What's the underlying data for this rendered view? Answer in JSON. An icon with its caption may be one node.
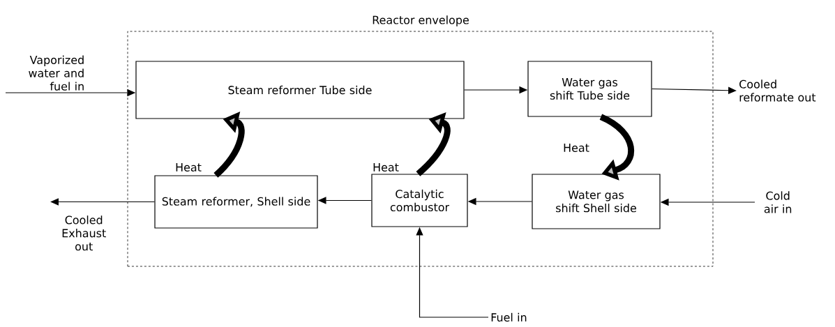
{
  "diagram": {
    "nodes": [
      {
        "text": [
          "Reactor envelope"
        ]
      },
      {
        "text": [
          "Steam reformer Tube side"
        ],
        "in": 0
      },
      {
        "text": [
          "Water gas shift Tube side"
        ],
        "in": 0
      },
      {
        "text": [
          "Steam reformer, Shell side"
        ],
        "in": 0
      },
      {
        "text": [
          "Catalytic combustor"
        ],
        "in": 0
      },
      {
        "text": [
          "Water gas shift Shell side"
        ],
        "in": 0
      },
      {
        "text": [
          "Vaporized water and fuel in"
        ]
      },
      {
        "text": [
          "Cooled reformate out"
        ]
      },
      {
        "text": [
          "Cooled Exhaust out"
        ]
      },
      {
        "text": [
          "Cold air in"
        ]
      },
      {
        "text": [
          "Fuel in"
        ]
      }
    ],
    "edges": [
      {
        "from": 6,
        "to": 1,
        "arrow": "to"
      },
      {
        "from": 1,
        "to": 2,
        "arrow": "to"
      },
      {
        "from": 2,
        "to": 7,
        "arrow": "to"
      },
      {
        "from": 9,
        "to": 5,
        "arrow": "to"
      },
      {
        "from": 5,
        "to": 4,
        "arrow": "to"
      },
      {
        "from": 4,
        "to": 3,
        "arrow": "to"
      },
      {
        "from": 3,
        "to": 8,
        "arrow": "to"
      },
      {
        "from": 10,
        "to": 4,
        "arrow": "to"
      },
      {
        "from": 3,
        "to": 1,
        "arrow": "to",
        "label": "Heat",
        "style": "thick"
      },
      {
        "from": 4,
        "to": 1,
        "arrow": "to",
        "label": "Heat",
        "style": "thick"
      },
      {
        "from": 2,
        "to": 5,
        "arrow": "to",
        "label": "Heat",
        "style": "thick"
      }
    ]
  }
}
